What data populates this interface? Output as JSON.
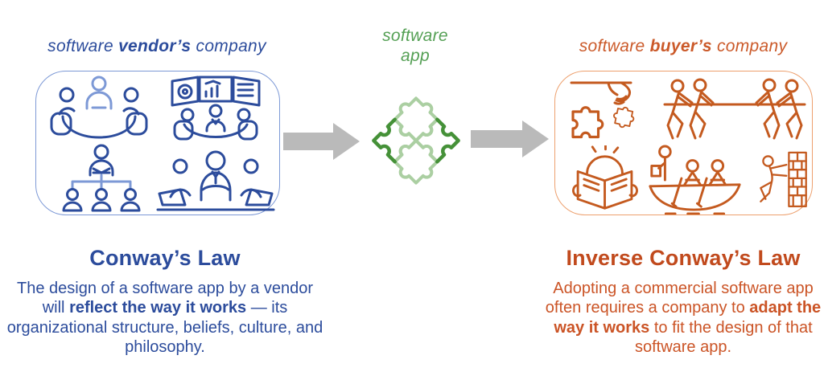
{
  "colors": {
    "blue": "#2c4c9c",
    "blue_light": "#7d99d6",
    "green": "#55a055",
    "green_light": "#abcfa2",
    "green_dark": "#459138",
    "orange": "#c45a1f",
    "orange_light": "#eda06e",
    "orange_header": "#cb5a2a",
    "orange_title": "#c14a1d",
    "orange_body": "#cb5426",
    "arrow_gray": "#bababa"
  },
  "vendor": {
    "header": {
      "pre": "software ",
      "bold": "vendor’s",
      "post": " company"
    },
    "icons": [
      "meeting-table",
      "dashboard-team",
      "org-chart",
      "laptop-team"
    ],
    "law": {
      "title": "Conway’s Law",
      "body_pre": "The design of a software app by a vendor will ",
      "body_bold": "reflect the way it works",
      "body_post": " — its organizational structure, beliefs, culture, and philosophy."
    }
  },
  "app": {
    "header_line1": "software",
    "header_line2": "app",
    "icon": "puzzle-pieces"
  },
  "buyer": {
    "header": {
      "pre": "software ",
      "bold": "buyer’s",
      "post": " company"
    },
    "icons": [
      "hand-placing-puzzle",
      "tug-of-war",
      "reading-manual",
      "rowing-boat",
      "brick-wall"
    ],
    "law": {
      "title": "Inverse Conway’s Law",
      "body_pre": "Adopting a commercial software app often requires a company to ",
      "body_bold": "adapt the way it works",
      "body_post": " to fit the design of that software app."
    }
  }
}
